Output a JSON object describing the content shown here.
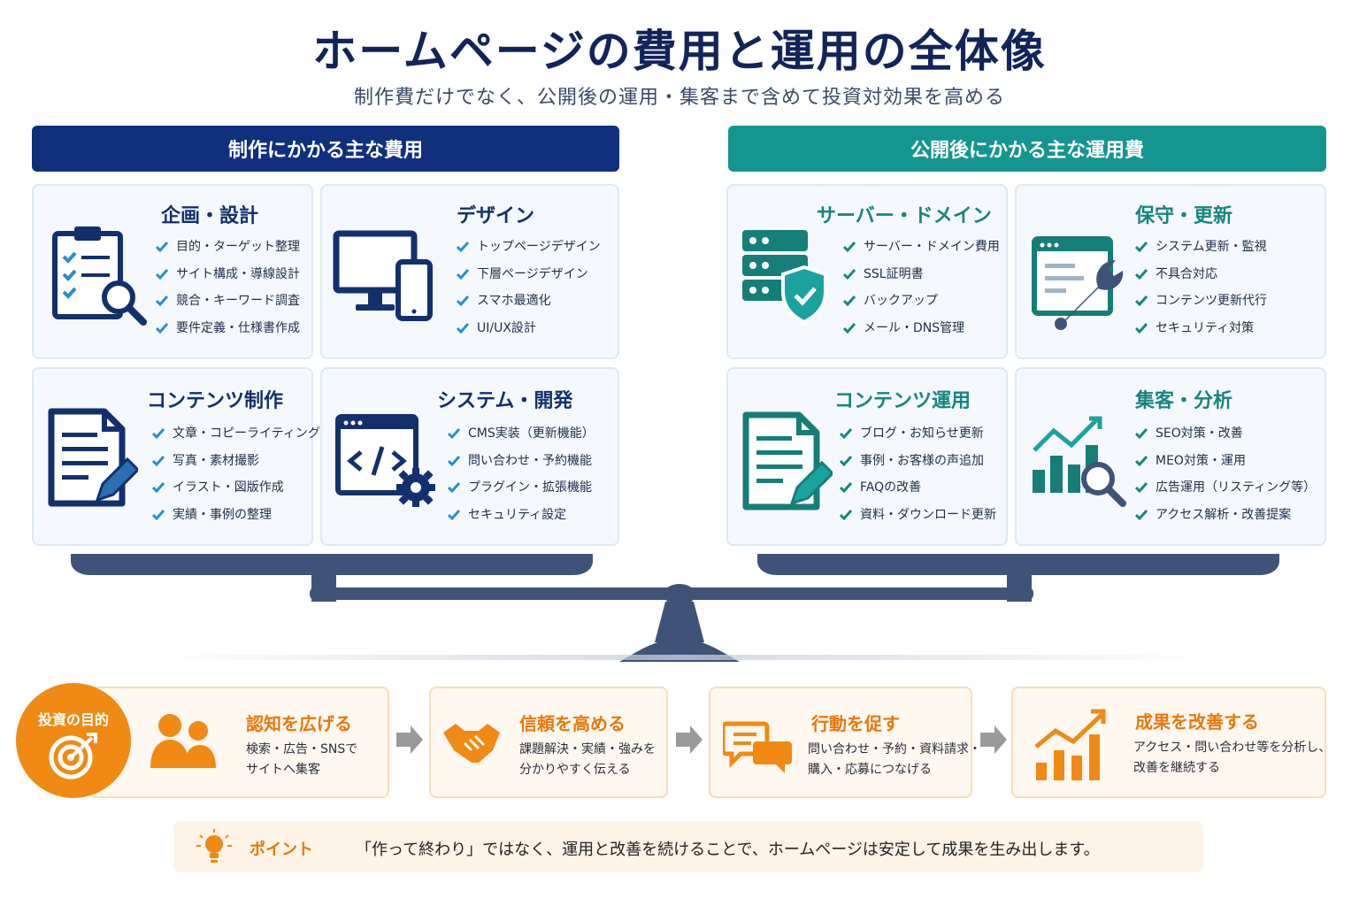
{
  "header": {
    "title": "ホームページの費用と運用の全体像",
    "subtitle": "制作費だけでなく、公開後の運用・集客まで含めて投資対効果を高める"
  },
  "left": {
    "header": "制作にかかる主な費用",
    "cards": [
      {
        "title": "企画・設計",
        "icon": "clipboard-search-icon",
        "items": [
          "目的・ターゲット整理",
          "サイト構成・導線設計",
          "競合・キーワード調査",
          "要件定義・仕様書作成"
        ]
      },
      {
        "title": "デザイン",
        "icon": "monitor-phone-icon",
        "items": [
          "トップページデザイン",
          "下層ページデザイン",
          "スマホ最適化",
          "UI/UX設計"
        ]
      },
      {
        "title": "コンテンツ制作",
        "icon": "document-pen-icon",
        "items": [
          "文章・コピーライティング",
          "写真・素材撮影",
          "イラスト・図版作成",
          "実績・事例の整理"
        ]
      },
      {
        "title": "システム・開発",
        "icon": "code-window-gear-icon",
        "items": [
          "CMS実装（更新機能）",
          "問い合わせ・予約機能",
          "プラグイン・拡張機能",
          "セキュリティ設定"
        ]
      }
    ]
  },
  "right": {
    "header": "公開後にかかる主な運用費",
    "cards": [
      {
        "title": "サーバー・ドメイン",
        "icon": "server-shield-icon",
        "items": [
          "サーバー・ドメイン費用",
          "SSL証明書",
          "バックアップ",
          "メール・DNS管理"
        ]
      },
      {
        "title": "保守・更新",
        "icon": "window-wrench-icon",
        "items": [
          "システム更新・監視",
          "不具合対応",
          "コンテンツ更新代行",
          "セキュリティ対策"
        ]
      },
      {
        "title": "コンテンツ運用",
        "icon": "document-pen-icon",
        "items": [
          "ブログ・お知らせ更新",
          "事例・お客様の声追加",
          "FAQの改善",
          "資料・ダウンロード更新"
        ]
      },
      {
        "title": "集客・分析",
        "icon": "chart-search-icon",
        "items": [
          "SEO対策・改善",
          "MEO対策・運用",
          "広告運用（リスティング等）",
          "アクセス解析・改善提案"
        ]
      }
    ]
  },
  "goal": {
    "label": "投資の目的",
    "icon": "target-arrow-icon",
    "steps": [
      {
        "title": "認知を広げる",
        "desc": [
          "検索・広告・SNSで",
          "サイトへ集客"
        ],
        "icon": "people-icon"
      },
      {
        "title": "信頼を高める",
        "desc": [
          "課題解決・実績・強みを",
          "分かりやすく伝える"
        ],
        "icon": "handshake-icon"
      },
      {
        "title": "行動を促す",
        "desc": [
          "問い合わせ・予約・資料請求・",
          "購入・応募につなげる"
        ],
        "icon": "chat-bubbles-icon"
      },
      {
        "title": "成果を改善する",
        "desc": [
          "アクセス・問い合わせ等を分析し、",
          "改善を継続する"
        ],
        "icon": "growth-chart-icon"
      }
    ]
  },
  "point": {
    "label": "ポイント",
    "text": "「作って終わり」ではなく、運用と改善を続けることで、ホームページは安定して成果を生み出します。",
    "icon": "lightbulb-icon"
  },
  "colors": {
    "navy": "#10307e",
    "teal": "#15958f",
    "orange": "#f08a14",
    "scale": "#3f5378"
  }
}
